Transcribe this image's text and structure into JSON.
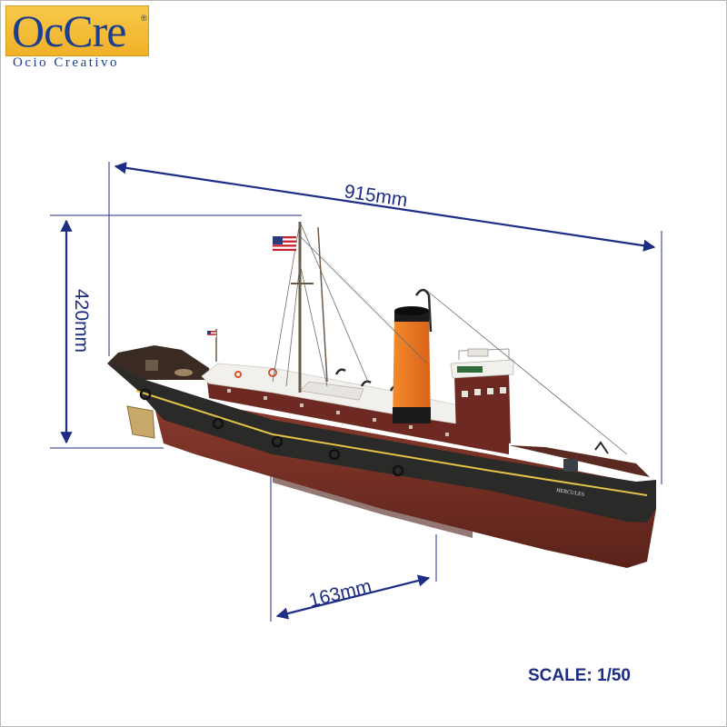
{
  "logo": {
    "main_text": "OcCre",
    "registered_mark": "®",
    "tagline": "Ocio Creativo"
  },
  "dimensions": {
    "length": "915mm",
    "height": "420mm",
    "width": "163mm"
  },
  "ship": {
    "hull_name": "HERCULES"
  },
  "scale_text": "SCALE: 1/50",
  "colors": {
    "accent": "#1d2c85",
    "logo_background": "#f0b128",
    "hull_upper": "#2a2a28",
    "hull_lower": "#7a3328",
    "funnel": "#f07a1e",
    "superstructure": "#6e2a22"
  }
}
